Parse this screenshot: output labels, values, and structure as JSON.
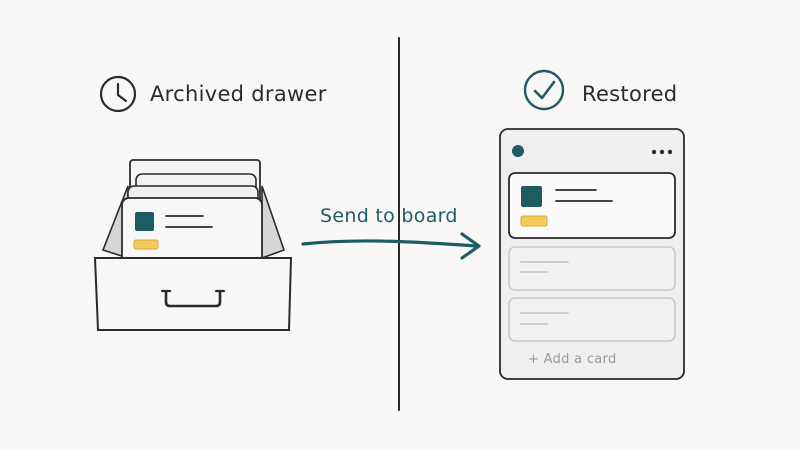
{
  "left_panel": {
    "title": "Archived drawer",
    "icon": "clock-icon"
  },
  "right_panel": {
    "title": "Restored",
    "icon": "check-circle-icon",
    "board": {
      "menu_icon": "more-horizontal-icon",
      "add_card_label": "+ Add a card"
    }
  },
  "arrow": {
    "label": "Send to board"
  },
  "colors": {
    "background": "#faf8f7",
    "ink": "#2b2b2b",
    "accent_teal": "#1d5c63",
    "label_yellow": "#f3cc5c",
    "muted_gray": "#c9c9c9"
  }
}
